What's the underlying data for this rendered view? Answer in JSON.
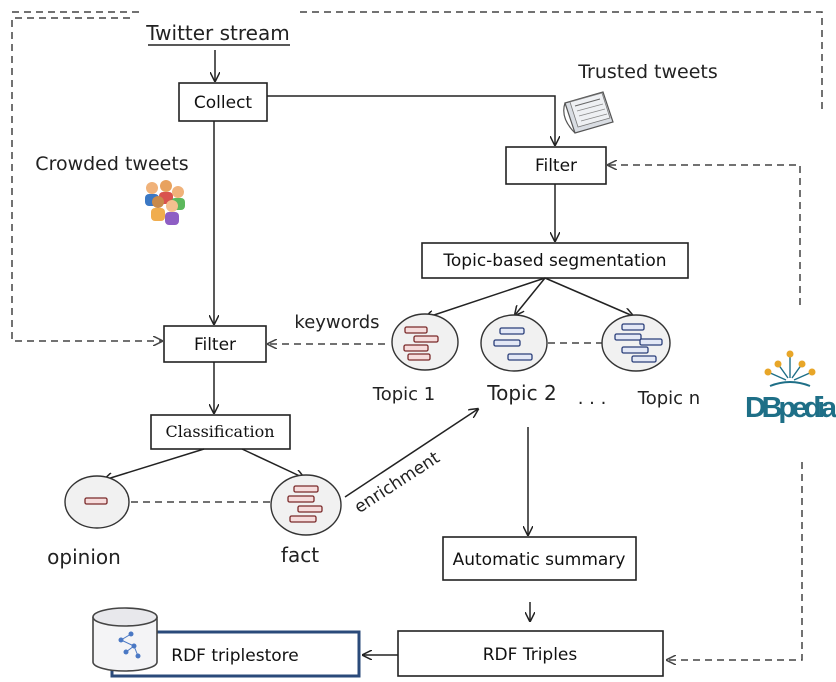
{
  "labels": {
    "twitter_stream": "Twitter stream",
    "trusted_tweets": "Trusted tweets",
    "crowded_tweets": "Crowded tweets",
    "keywords": "keywords",
    "topic_1": "Topic 1",
    "topic_2": "Topic 2",
    "ellipsis": ". . .",
    "topic_n": "Topic n",
    "enrichment": "enrichment",
    "opinion": "opinion",
    "fact": "fact",
    "dbpedia": "DBpedia"
  },
  "boxes": {
    "collect": "Collect",
    "filter_top": "Filter",
    "topic_segmentation": "Topic-based segmentation",
    "filter_left": "Filter",
    "classification": "Classification",
    "automatic_summary": "Automatic summary",
    "rdf_triples": "RDF Triples",
    "rdf_triplestore": "RDF triplestore"
  },
  "colors": {
    "dbpedia_text": "#1e6f87",
    "dbpedia_dots": "#e8a628",
    "triplestore_border": "#2a4a7a"
  }
}
